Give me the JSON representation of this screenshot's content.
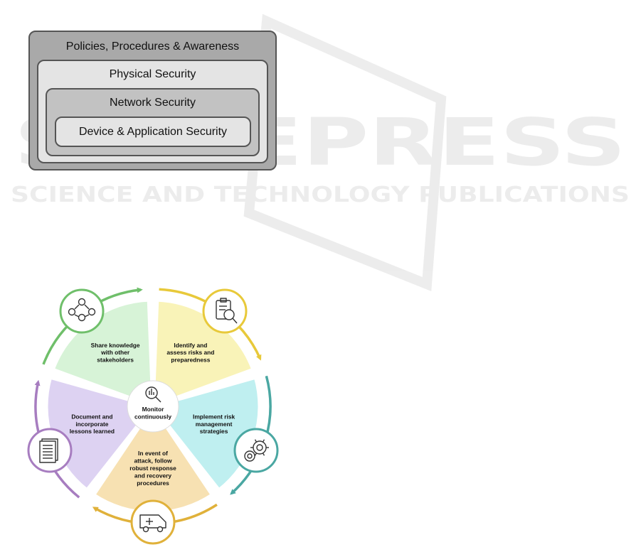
{
  "layers": {
    "outer": "Policies, Procedures & Awareness",
    "physical": "Physical Security",
    "network": "Network Security",
    "device": "Device & Application Security"
  },
  "watermark": {
    "brand": "SCITEPRESS",
    "subtitle": "SCIENCE AND TECHNOLOGY PUBLICATIONS"
  },
  "cycle": {
    "center": [
      "Monitor",
      "continuously"
    ],
    "steps": [
      {
        "lines": [
          "Identify and",
          "assess risks and",
          "preparedness"
        ],
        "color": "#f9f3b8",
        "ring": "#e8c93a",
        "icon": "clipboard-magnifier-icon"
      },
      {
        "lines": [
          "Implement risk",
          "management",
          "strategies"
        ],
        "color": "#bfeff0",
        "ring": "#4aa7a2",
        "icon": "gears-icon"
      },
      {
        "lines": [
          "In event of",
          "attack, follow",
          "robust response",
          "and recovery",
          "procedures"
        ],
        "color": "#f7e1b2",
        "ring": "#e0b13a",
        "icon": "ambulance-icon"
      },
      {
        "lines": [
          "Document and",
          "incorporate",
          "lessons learned"
        ],
        "color": "#ddd2f2",
        "ring": "#a77dc0",
        "icon": "document-icon"
      },
      {
        "lines": [
          "Share knowledge",
          "with other",
          "stakeholders"
        ],
        "color": "#d7f3d7",
        "ring": "#6fbf6a",
        "icon": "people-network-icon"
      }
    ]
  }
}
